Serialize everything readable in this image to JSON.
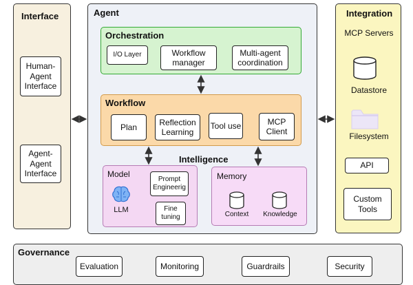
{
  "interface": {
    "title": "Interface",
    "items": [
      "Human-Agent Interface",
      "Agent-Agent Interface"
    ]
  },
  "agent": {
    "title": "Agent",
    "orchestration": {
      "title": "Orchestration",
      "items": [
        "I/O Layer",
        "Workflow manager",
        "Multi-agent coordination"
      ]
    },
    "workflow": {
      "title": "Workflow",
      "items": [
        "Plan",
        "Reflection Learning",
        "Tool use",
        "MCP Client"
      ]
    },
    "intelligence": {
      "title": "Intelligence",
      "model": {
        "title": "Model",
        "llm_label": "LLM",
        "items": [
          "Prompt Engineerig",
          "Fine tuning"
        ]
      },
      "memory": {
        "title": "Memory",
        "items": [
          "Context",
          "Knowledge"
        ]
      }
    }
  },
  "integration": {
    "title": "Integration",
    "mcp_servers": "MCP Servers",
    "datastore": "Datastore",
    "filesystem": "Filesystem",
    "api": "API",
    "custom_tools": "Custom Tools"
  },
  "governance": {
    "title": "Governance",
    "items": [
      "Evaluation",
      "Monitoring",
      "Guardrails",
      "Security"
    ]
  },
  "colors": {
    "interface_bg": "#f7f0df",
    "agent_bg": "#eef1f7",
    "orchestration_bg": "#d6f3d0",
    "workflow_bg": "#fbd9a9",
    "model_bg": "#f4d8f3",
    "memory_bg": "#f7dbf7",
    "integration_bg": "#fbf6c0",
    "governance_bg": "#eeeeee",
    "accent_blue": "#3b82f6"
  }
}
